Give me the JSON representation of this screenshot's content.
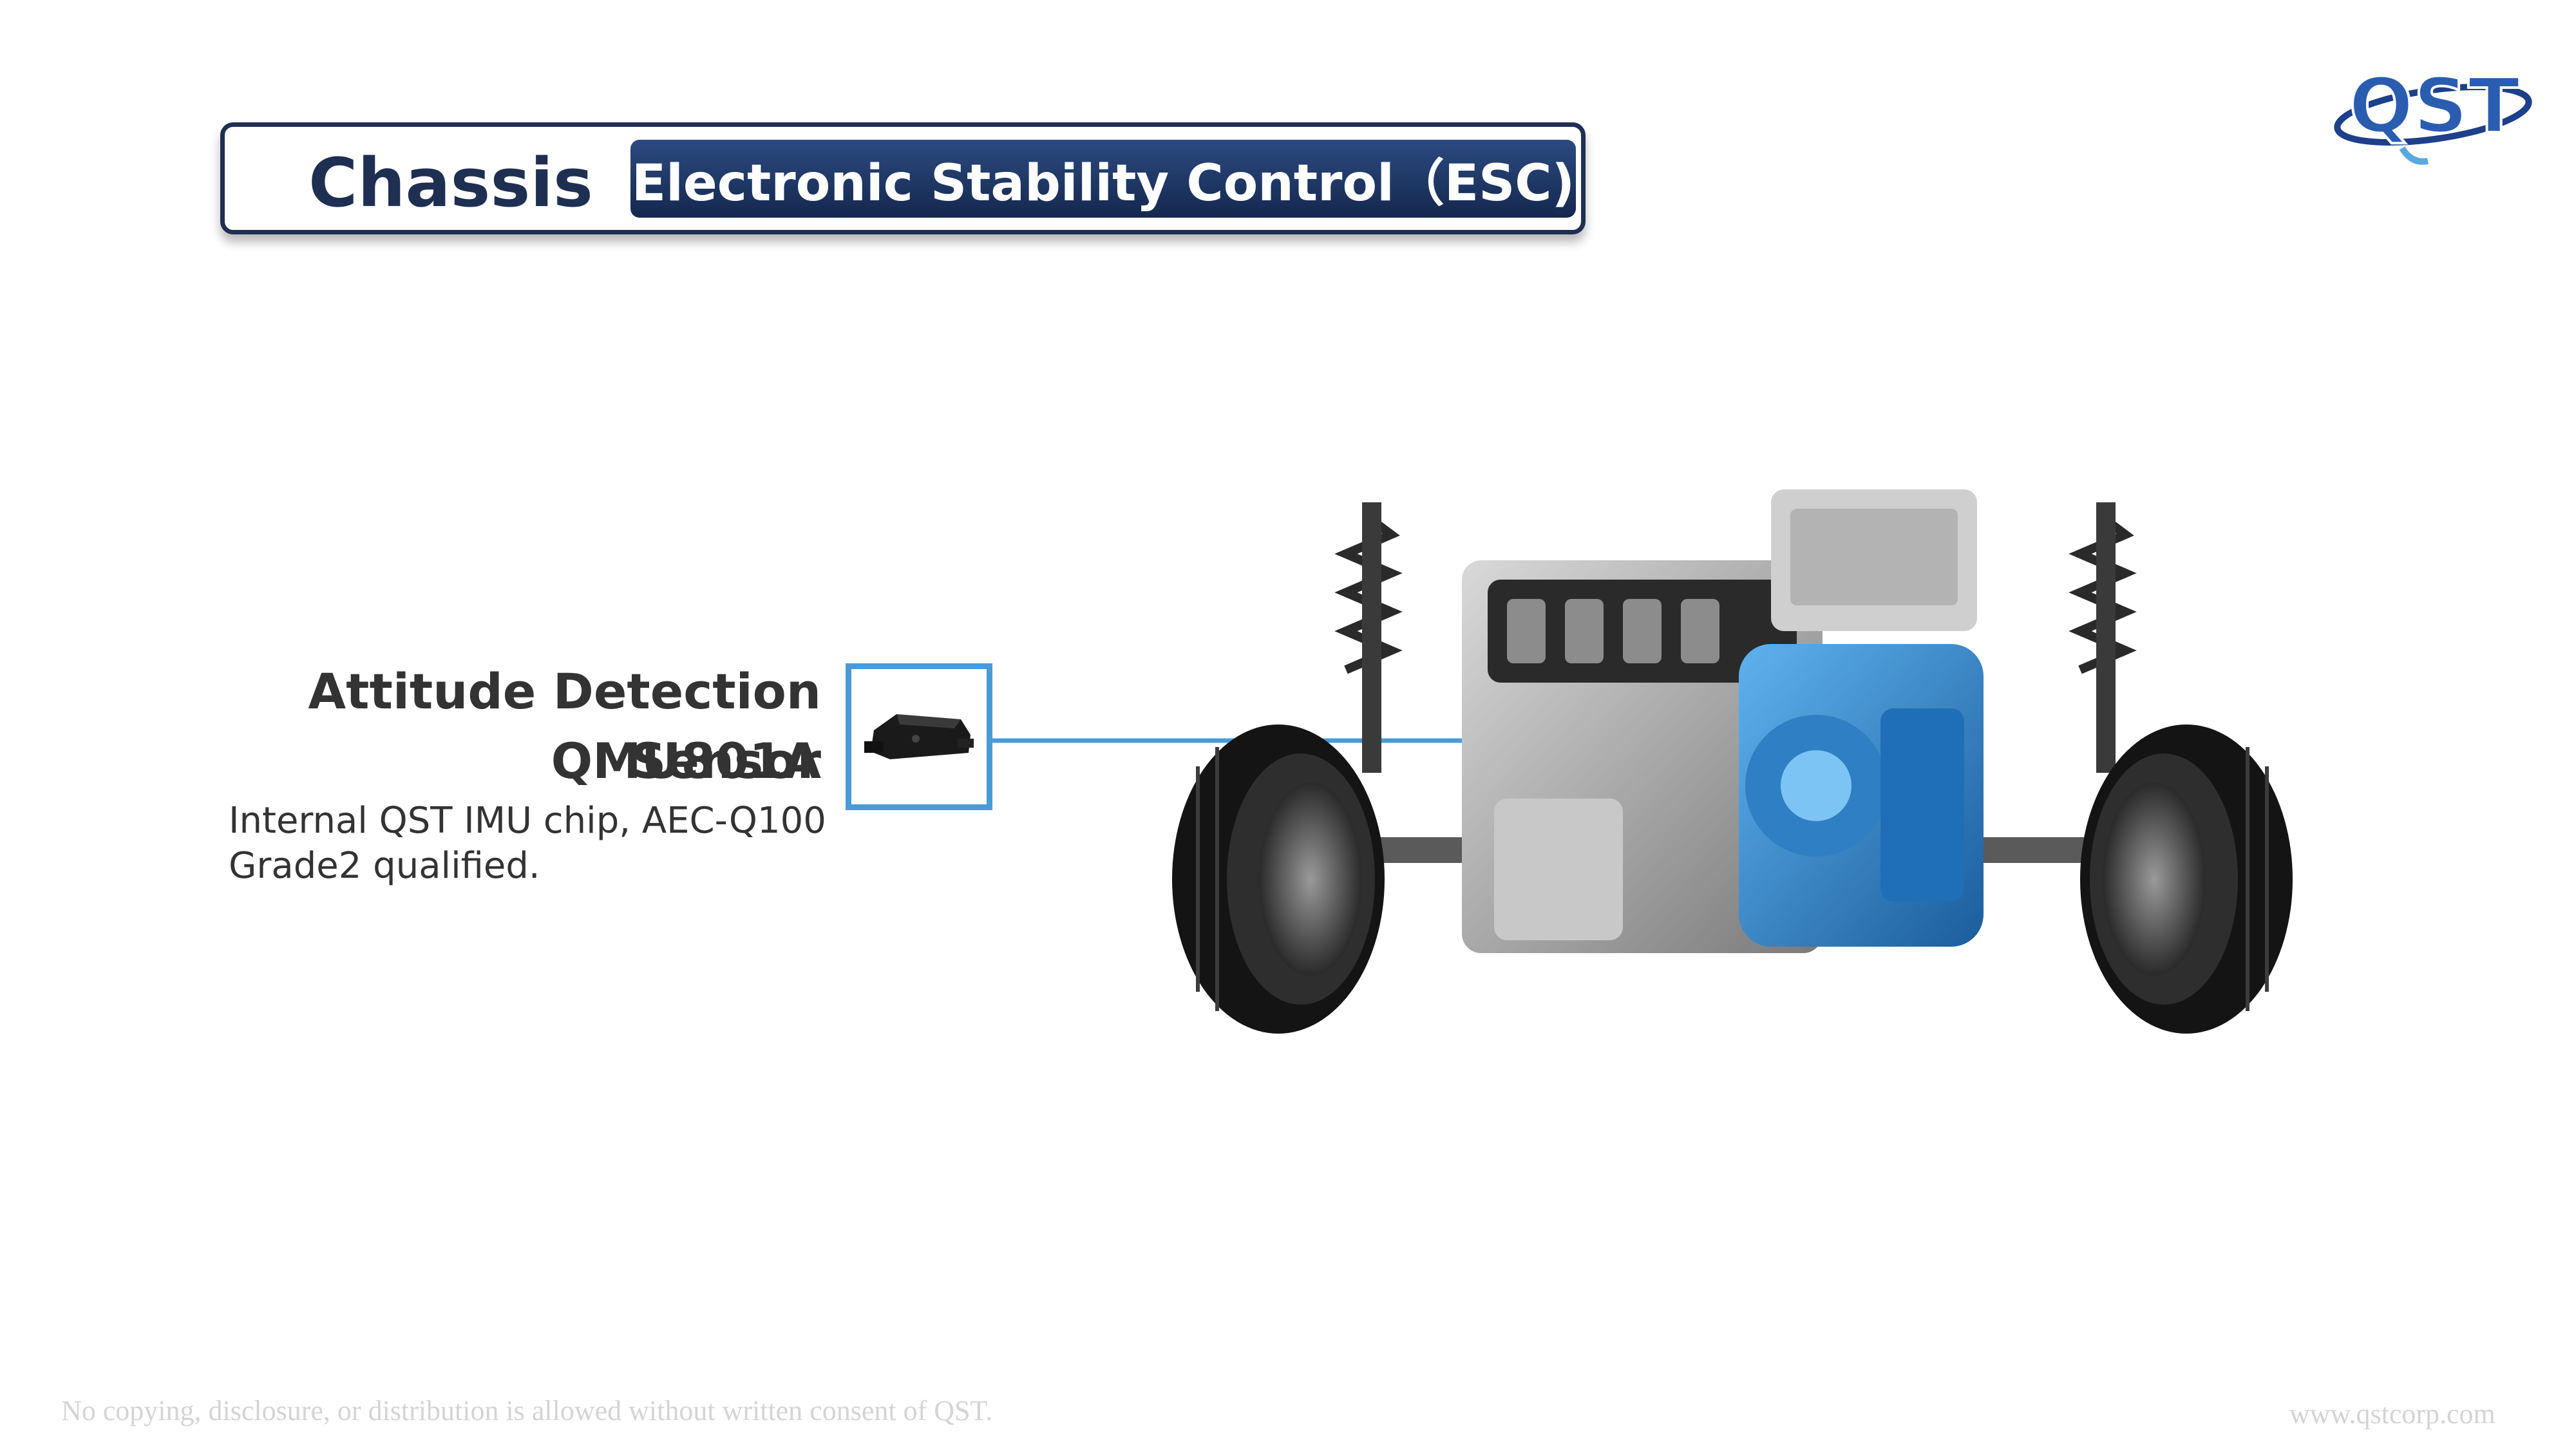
{
  "header": {
    "section_title": "Chassis",
    "subtitle": "Electronic Stability Control（ESC)"
  },
  "logo": {
    "text": "QST",
    "icon": "qst-logo-icon"
  },
  "sensor": {
    "name": "Attitude Detection Sensor",
    "model": "QMU801A",
    "description_line1": "Internal QST IMU chip, AEC-Q100",
    "description_line2": "Grade2 qualified.",
    "icon": "sensor-module-icon"
  },
  "illustration": {
    "icon": "car-chassis-powertrain-icon"
  },
  "footer": {
    "copyright": "No copying, disclosure, or distribution is allowed without written consent of QST.",
    "website": "www.qstcorp.com"
  },
  "colors": {
    "navy": "#1e2f52",
    "accent_blue": "#4a9ad8",
    "text_dark": "#333333",
    "footer_gray": "#d4d4d4"
  }
}
